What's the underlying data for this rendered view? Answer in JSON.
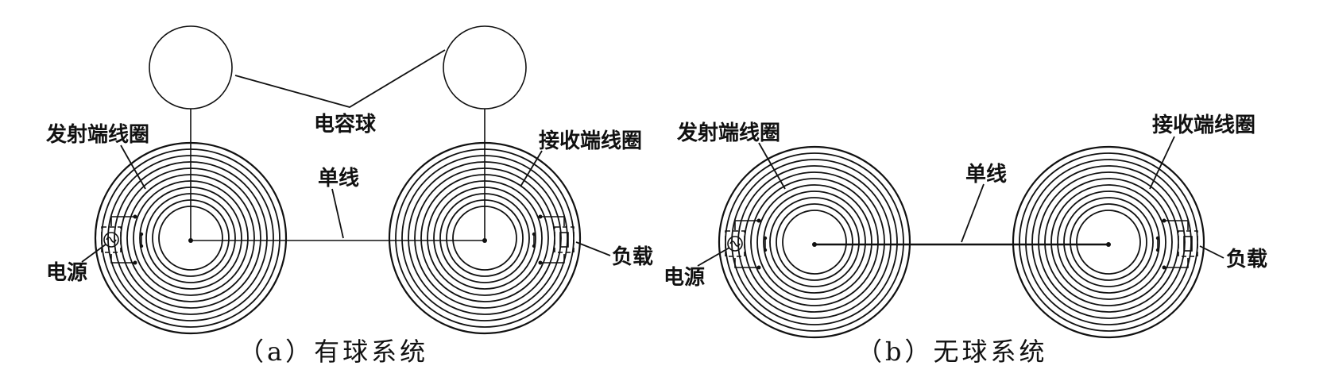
{
  "labels": {
    "a_tx_coil": "发射端线圈",
    "a_rx_coil": "接收端线圈",
    "a_capacitor_ball": "电容球",
    "a_single_wire": "单线",
    "a_source": "电源",
    "a_load": "负载",
    "b_tx_coil": "发射端线圈",
    "b_rx_coil": "接收端线圈",
    "b_single_wire": "单线",
    "b_source": "电源",
    "b_load": "负载"
  },
  "captions": {
    "a": "（a）有球系统",
    "b": "（b）无球系统"
  },
  "colors": {
    "line": "#111111",
    "background": "#ffffff"
  }
}
